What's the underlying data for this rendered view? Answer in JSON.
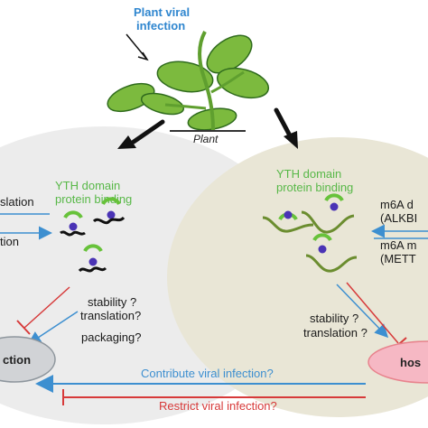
{
  "plant": {
    "title_line1": "Plant viral",
    "title_line2": "infection",
    "label": "Plant"
  },
  "left_panel": {
    "ytho_line1": "YTH domain",
    "ytho_line2": "protein binding",
    "frag_top": "slation",
    "frag_mid": "tion",
    "effects_line1": "stability ?",
    "effects_line2": "translation?",
    "effects_line3": "packaging?",
    "oval_label": "ction"
  },
  "right_panel": {
    "ytho_line1": "YTH domain",
    "ytho_line2": "protein binding",
    "m6a_top_line1": "m6A d",
    "m6a_top_line2": "(ALKBI",
    "m6a_bottom_line1": "m6A m",
    "m6a_bottom_line2": "(METT",
    "effects_line1": "stability ?",
    "effects_line2": "translation ?",
    "oval_label": "hos"
  },
  "bottom": {
    "contribute": "Contribute viral infection?",
    "restrict": "Restrict viral infection?"
  },
  "colors": {
    "green_text": "#58b848",
    "blue": "#3d8fd0",
    "red": "#d73a3a",
    "leaf": "#7cba3e",
    "leaf_dark": "#2f6b1d",
    "left_bg": "#ececec",
    "right_bg": "#e9e6d6",
    "pink_oval": "#f6b8c4"
  },
  "icons": {
    "arrow_left": "arrow-down-left-icon",
    "arrow_right": "arrow-down-right-icon",
    "ytho_protein": "ytho-protein-icon",
    "rna_strand": "rna-strand-icon"
  }
}
